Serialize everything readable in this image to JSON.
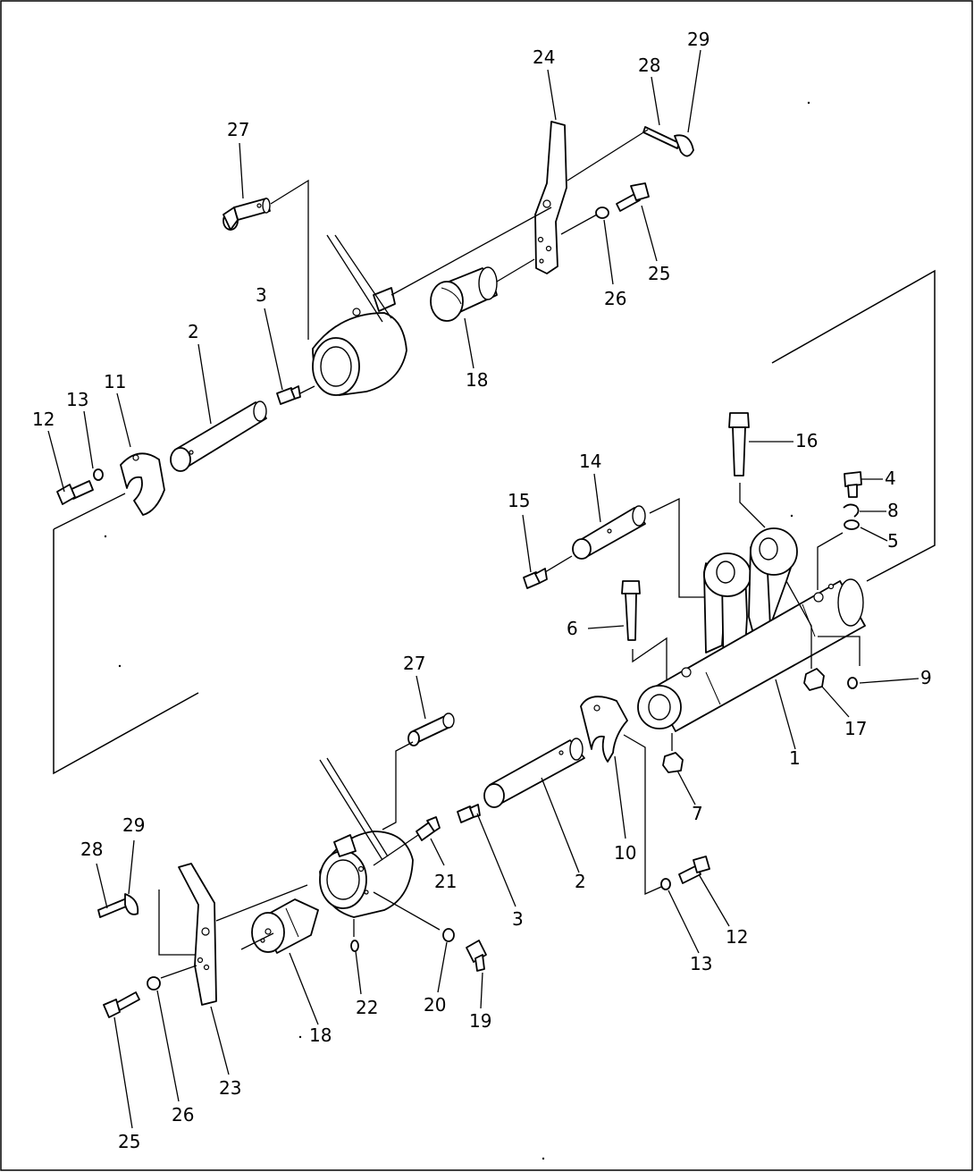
{
  "callouts": [
    {
      "id": "c-29-top",
      "text": "29"
    },
    {
      "id": "c-24",
      "text": "24"
    },
    {
      "id": "c-28-top",
      "text": "28"
    },
    {
      "id": "c-27-top",
      "text": "27"
    },
    {
      "id": "c-25-top",
      "text": "25"
    },
    {
      "id": "c-26-top",
      "text": "26"
    },
    {
      "id": "c-3-top",
      "text": "3"
    },
    {
      "id": "c-2-top",
      "text": "2"
    },
    {
      "id": "c-18-top",
      "text": "18"
    },
    {
      "id": "c-11",
      "text": "11"
    },
    {
      "id": "c-13-top",
      "text": "13"
    },
    {
      "id": "c-12-top",
      "text": "12"
    },
    {
      "id": "c-16",
      "text": "16"
    },
    {
      "id": "c-14",
      "text": "14"
    },
    {
      "id": "c-4",
      "text": "4"
    },
    {
      "id": "c-8",
      "text": "8"
    },
    {
      "id": "c-5",
      "text": "5"
    },
    {
      "id": "c-15",
      "text": "15"
    },
    {
      "id": "c-6",
      "text": "6"
    },
    {
      "id": "c-9",
      "text": "9"
    },
    {
      "id": "c-17",
      "text": "17"
    },
    {
      "id": "c-1",
      "text": "1"
    },
    {
      "id": "c-27-bot",
      "text": "27"
    },
    {
      "id": "c-7",
      "text": "7"
    },
    {
      "id": "c-10",
      "text": "10"
    },
    {
      "id": "c-21",
      "text": "21"
    },
    {
      "id": "c-3-bot",
      "text": "3"
    },
    {
      "id": "c-2-bot",
      "text": "2"
    },
    {
      "id": "c-29-bot",
      "text": "29"
    },
    {
      "id": "c-28-bot",
      "text": "28"
    },
    {
      "id": "c-12-bot",
      "text": "12"
    },
    {
      "id": "c-13-bot",
      "text": "13"
    },
    {
      "id": "c-22",
      "text": "22"
    },
    {
      "id": "c-20",
      "text": "20"
    },
    {
      "id": "c-19",
      "text": "19"
    },
    {
      "id": "c-18-bot",
      "text": "18"
    },
    {
      "id": "c-25-bot",
      "text": "25"
    },
    {
      "id": "c-26-bot",
      "text": "26"
    },
    {
      "id": "c-23",
      "text": "23"
    }
  ]
}
